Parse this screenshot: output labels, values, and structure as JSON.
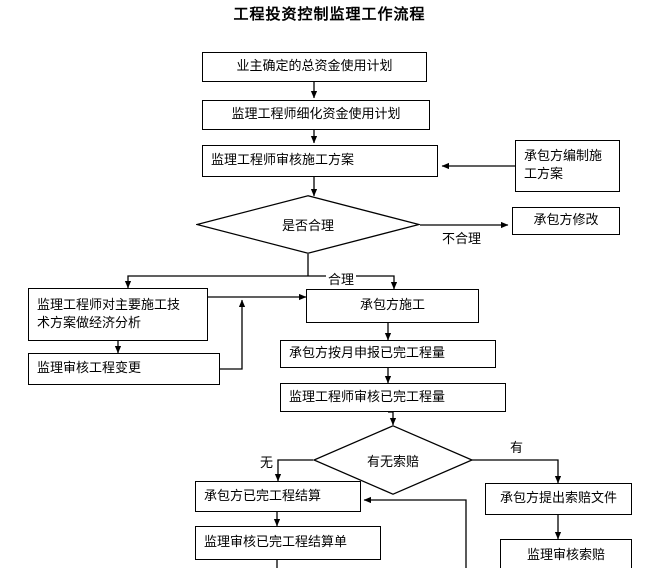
{
  "title": "工程投资控制监理工作流程",
  "nodes": {
    "owner_fund_plan": "业主确定的总资金使用计划",
    "engineer_refine_plan": "监理工程师细化资金使用计划",
    "engineer_review_scheme": "监理工程师审核施工方案",
    "contractor_make_scheme": "承包方编制施\n工方案",
    "contractor_revise": "承包方修改",
    "decision_reasonable": "是否合理",
    "engineer_economic_analysis": "监理工程师对主要施工技\n术方案做经济分析",
    "supervisor_review_change": "监理审核工程变更",
    "contractor_construct": "承包方施工",
    "contractor_monthly_report": "承包方按月申报已完工程量",
    "engineer_review_quantity": "监理工程师审核已完工程量",
    "decision_claim": "有无索赔",
    "contractor_settlement": "承包方已完工程结算",
    "supervisor_review_settlement": "监理审核已完工程结算单",
    "contractor_submit_claim": "承包方提出索赔文件",
    "supervisor_review_claim": "监理审核索赔"
  },
  "edge_labels": {
    "unreasonable": "不合理",
    "reasonable": "合理",
    "no_claim": "无",
    "has_claim": "有"
  },
  "colors": {
    "stroke": "#000000",
    "background": "#ffffff",
    "text": "#000000"
  }
}
